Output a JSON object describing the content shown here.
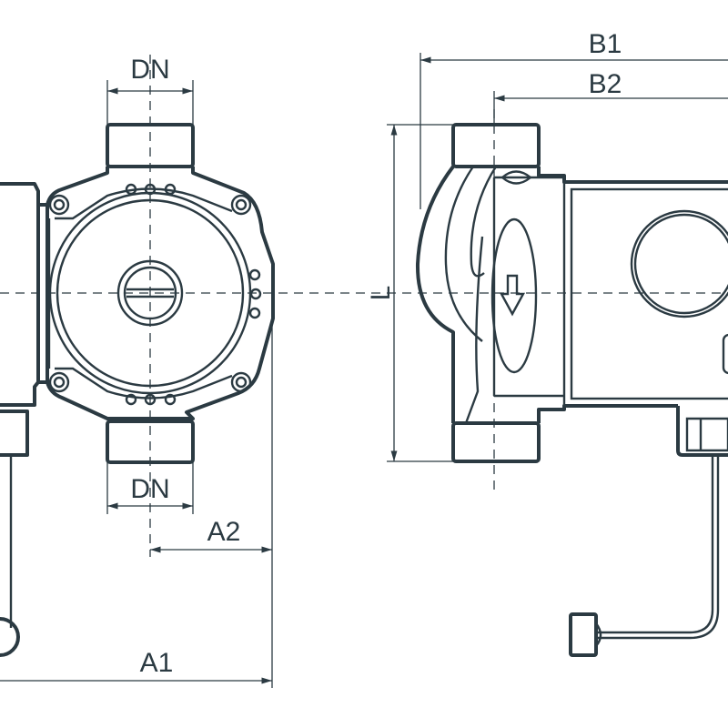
{
  "labels": {
    "dn_top": "DN",
    "dn_bottom": "DN",
    "a1": "A1",
    "a2": "A2",
    "b1": "B1",
    "b2": "B2",
    "l": "L"
  },
  "colors": {
    "line": "#2b3a42",
    "background": "#ffffff"
  }
}
